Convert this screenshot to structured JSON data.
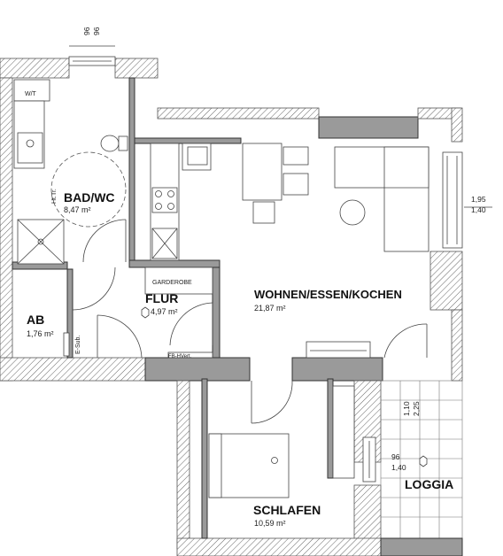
{
  "rooms": {
    "bad": {
      "name": "BAD/WC",
      "area": "8,47 m²"
    },
    "flur": {
      "name": "FLUR",
      "area": "4,97 m²"
    },
    "ab": {
      "name": "AB",
      "area": "1,76 m²"
    },
    "wohnen": {
      "name": "WOHNEN/ESSEN/KOCHEN",
      "area": "21,87 m²"
    },
    "schlafen": {
      "name": "SCHLAFEN",
      "area": "10,59 m²"
    },
    "loggia": {
      "name": "LOGGIA"
    }
  },
  "labels": {
    "wt": "W/T",
    "htr": "Ht.Tr.",
    "esub": "E-Sub.",
    "garderobe": "GARDEROBE",
    "fbhvert": "FB-HVert."
  },
  "dimensions": {
    "top_window_a": "96",
    "top_window_b": "96",
    "right_window_a": "1,95",
    "right_window_b": "1,40",
    "loggia_door_a": "1,10",
    "loggia_door_b": "2,25",
    "bedroom_window_a": "96",
    "bedroom_window_b": "1,40"
  }
}
